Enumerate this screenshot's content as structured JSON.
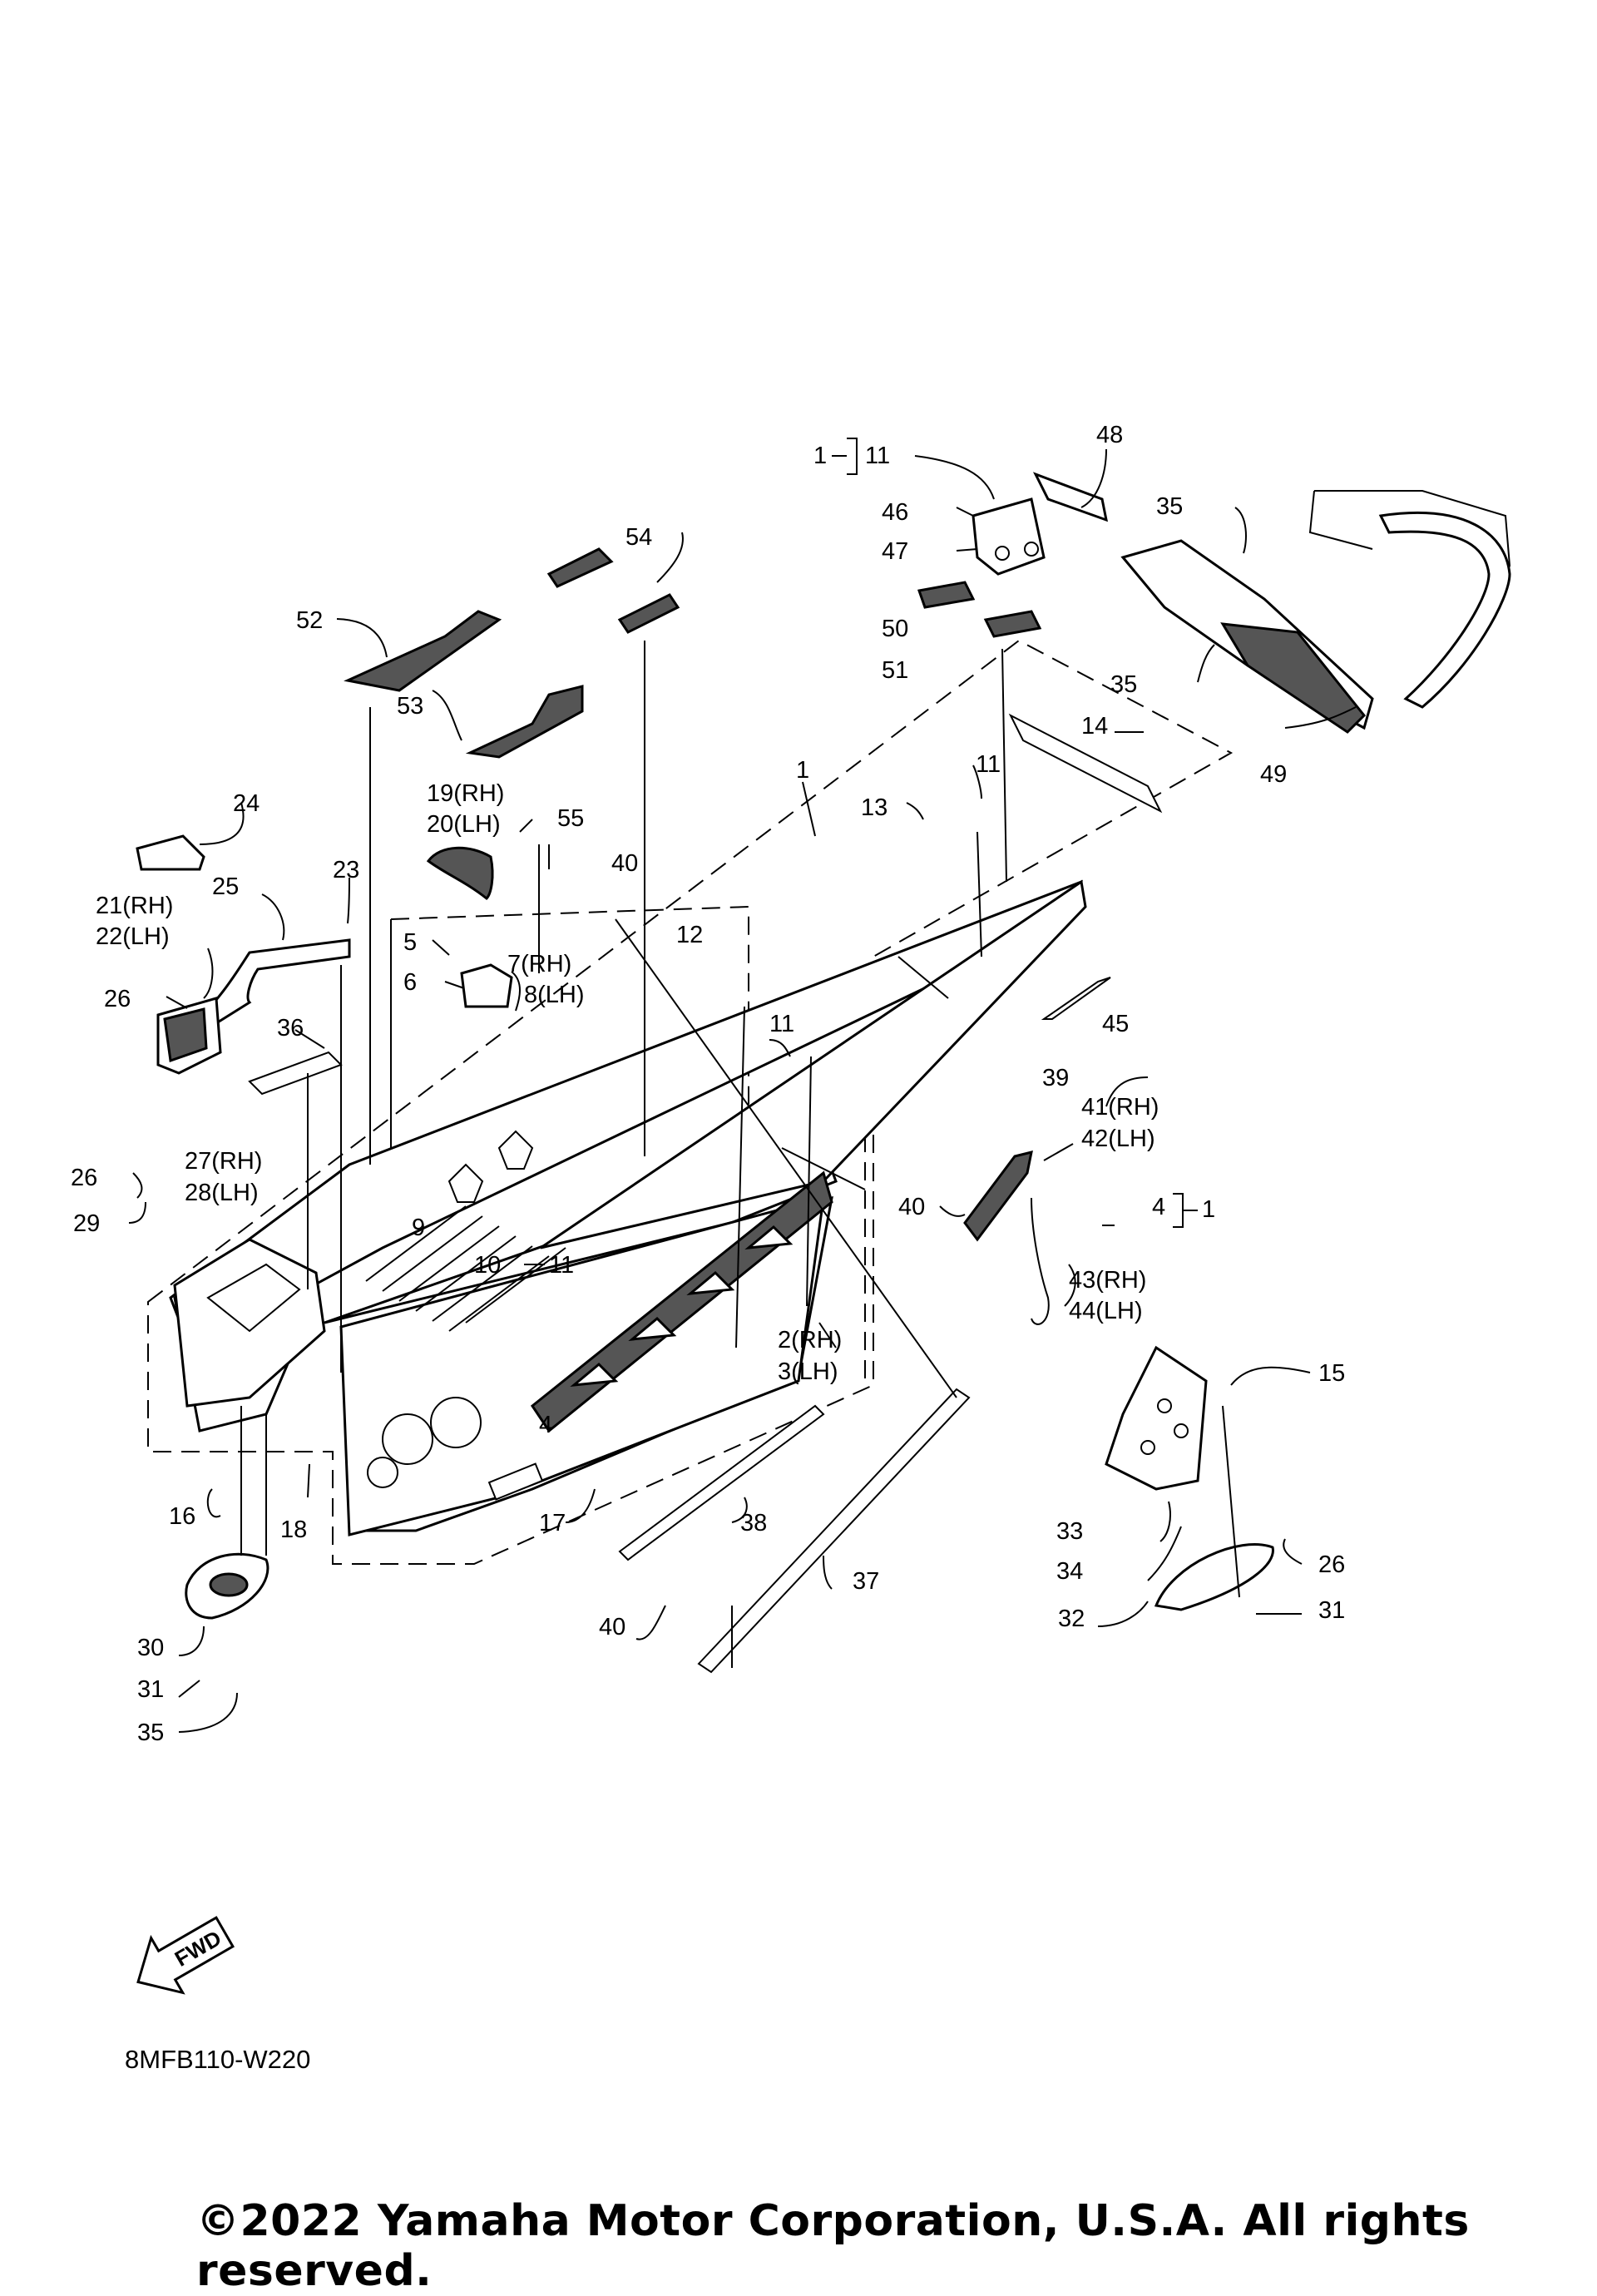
{
  "diagram_code": "8MFB110-W220",
  "copyright": "©2022 Yamaha Motor Corporation, U.S.A. All rights reserved.",
  "fwd_label": "FWD",
  "callouts": {
    "c1_top": "1",
    "c11_top": "11",
    "c48": "48",
    "c46": "46",
    "c47": "47",
    "c35_top": "35",
    "c50": "50",
    "c51": "51",
    "c35_mid": "35",
    "c54": "54",
    "c52": "52",
    "c53": "53",
    "c14": "14",
    "c49": "49",
    "c1_frame": "1",
    "c11_a": "11",
    "c13": "13",
    "c24": "24",
    "c19": "19(RH)",
    "c20": "20(LH)",
    "c55": "55",
    "c40_a": "40",
    "c23": "23",
    "c25": "25",
    "c21": "21(RH)",
    "c22": "22(LH)",
    "c12": "12",
    "c5": "5",
    "c7": "7(RH)",
    "c8": "8(LH)",
    "c6": "6",
    "c45": "45",
    "c26_a": "26",
    "c36": "36",
    "c11_b": "11",
    "c39": "39",
    "c41": "41(RH)",
    "c42": "42(LH)",
    "c26_b": "26",
    "c27": "27(RH)",
    "c28": "28(LH)",
    "c29": "29",
    "c40_b": "40",
    "c4_r": "4",
    "c1_r": "1",
    "c9": "9",
    "c10": "10",
    "c11_c": "11",
    "c43": "43(RH)",
    "c44": "44(LH)",
    "c15": "15",
    "c2": "2(RH)",
    "c3": "3(LH)",
    "c4_c": "4",
    "c16": "16",
    "c18": "18",
    "c17": "17",
    "c38": "38",
    "c33": "33",
    "c34": "34",
    "c26_c": "26",
    "c37": "37",
    "c32": "32",
    "c31_r": "31",
    "c40_c": "40",
    "c30": "30",
    "c31_l": "31",
    "c35_l": "35"
  }
}
